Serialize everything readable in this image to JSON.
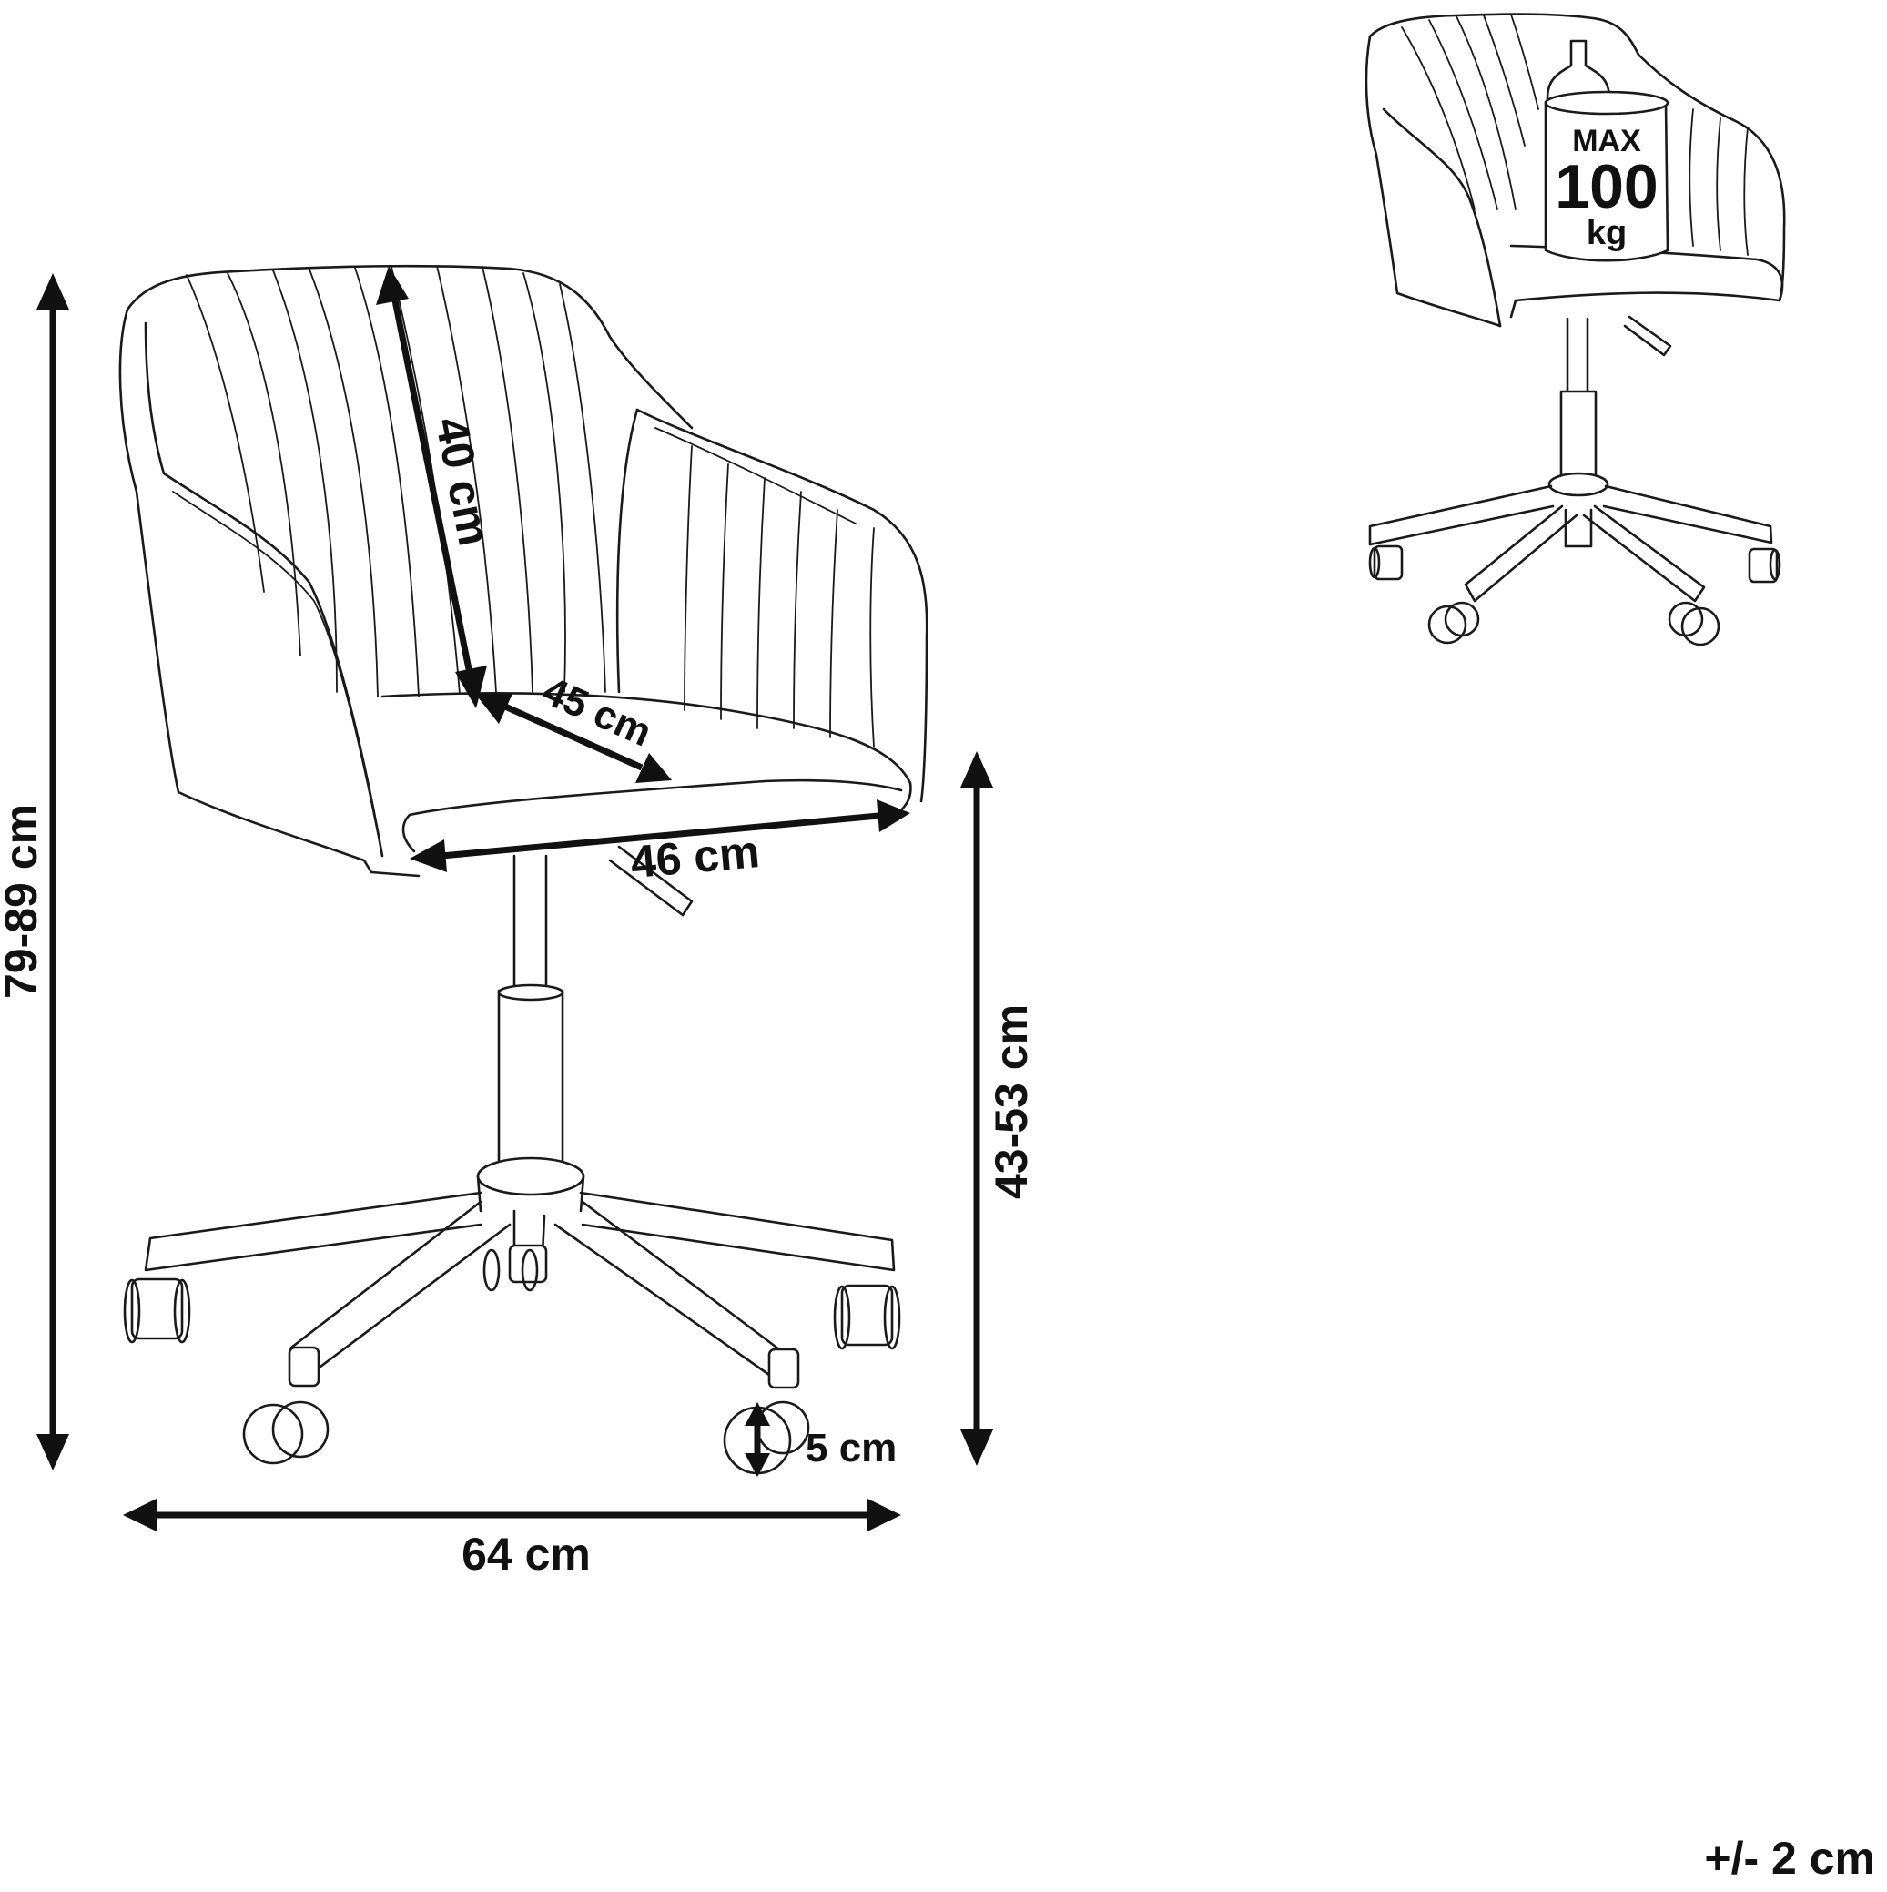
{
  "dimensions": {
    "total_height": "79-89 cm",
    "seat_height": "43-53 cm",
    "backrest_height": "40 cm",
    "seat_depth": "45 cm",
    "seat_width": "46 cm",
    "base_width": "64 cm",
    "wheel_diameter": "5 cm"
  },
  "load_badge": {
    "line1": "MAX",
    "line2": "100",
    "line3": "kg"
  },
  "tolerance": "+/- 2 cm"
}
